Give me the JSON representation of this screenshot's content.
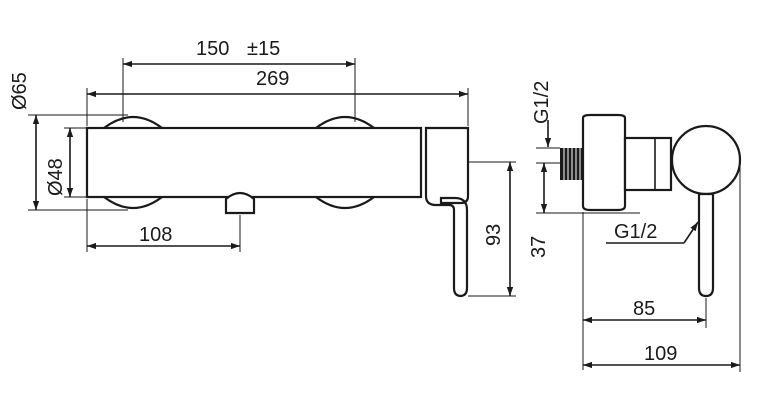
{
  "dimensions": {
    "spacing": "150",
    "tolerance": "±15",
    "length": "269",
    "dia_large": "Ø65",
    "dia_small": "Ø48",
    "outlet_offset": "108",
    "lever_height": "93",
    "thread_height": "37",
    "thread_top": "G1/2",
    "thread_bottom": "G1/2",
    "lever_depth": "85",
    "total_depth": "109"
  }
}
